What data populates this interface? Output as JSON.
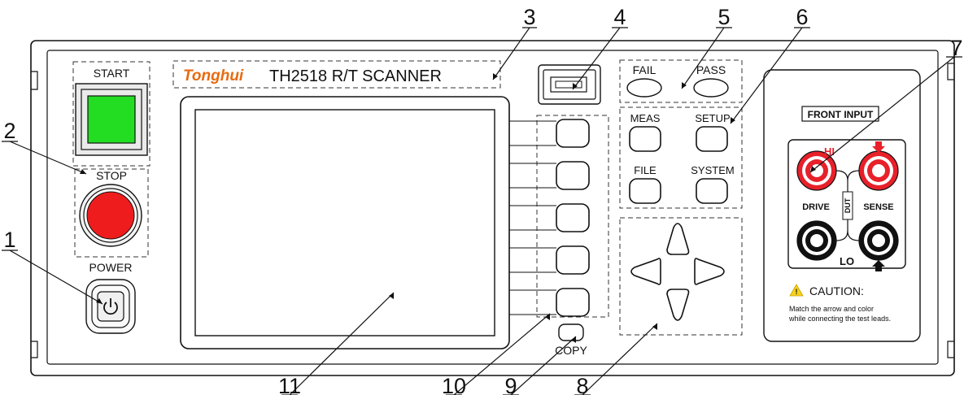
{
  "brand": "Tonghui",
  "model_title": "TH2518 R/T SCANNER",
  "buttons": {
    "start": "START",
    "stop": "STOP",
    "power": "POWER",
    "fail": "FAIL",
    "pass": "PASS",
    "meas": "MEAS",
    "setup": "SETUP",
    "file": "FILE",
    "system": "SYSTEM",
    "copy": "COPY"
  },
  "front_input": {
    "title": "FRONT INPUT",
    "hi": "HI",
    "lo": "LO",
    "drive": "DRIVE",
    "sense": "SENSE",
    "dut": "DUT",
    "caution_title": "CAUTION:",
    "caution_line1": "Match the arrow and color",
    "caution_line2": "while connecting the test leads."
  },
  "callouts": [
    "1",
    "2",
    "3",
    "4",
    "5",
    "6",
    "7",
    "8",
    "9",
    "10",
    "11"
  ],
  "colors": {
    "start_green": "#22dd22",
    "stop_red": "#ee1c1c",
    "hi_red": "#e8202a",
    "brand_orange": "#e86a10",
    "caution_yellow": "#f7d21c"
  }
}
